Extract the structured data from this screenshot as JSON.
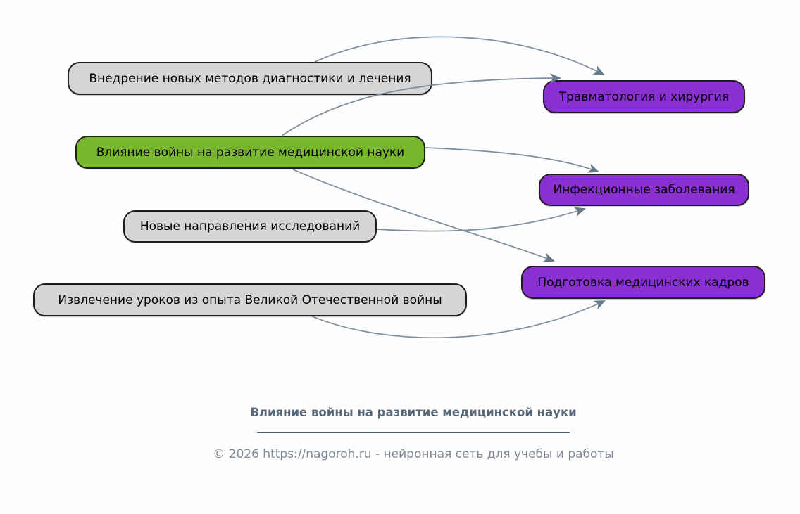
{
  "diagram": {
    "nodes": [
      {
        "id": "vnedrenie",
        "label": "Внедрение новых методов диагностики и лечения",
        "role": "source",
        "color": "#d5d5d5"
      },
      {
        "id": "vliyanie",
        "label": "Влияние войны на развитие медицинской науки",
        "role": "central",
        "color": "#78b72b"
      },
      {
        "id": "novye",
        "label": "Новые направления исследований",
        "role": "source",
        "color": "#d5d5d5"
      },
      {
        "id": "izvlechenie",
        "label": "Извлечение уроков из опыта Великой Отечественной войны",
        "role": "source",
        "color": "#d5d5d5"
      },
      {
        "id": "travma",
        "label": "Травматология и хирургия",
        "role": "target",
        "color": "#8a30d2"
      },
      {
        "id": "infek",
        "label": "Инфекционные заболевания",
        "role": "target",
        "color": "#8a30d2"
      },
      {
        "id": "podgotovka",
        "label": "Подготовка медицинских кадров",
        "role": "target",
        "color": "#8a30d2"
      }
    ],
    "edges": [
      {
        "from": "vnedrenie",
        "to": "travma"
      },
      {
        "from": "vliyanie",
        "to": "travma"
      },
      {
        "from": "vliyanie",
        "to": "infek"
      },
      {
        "from": "vliyanie",
        "to": "podgotovka"
      },
      {
        "from": "novye",
        "to": "infek"
      },
      {
        "from": "izvlechenie",
        "to": "podgotovka"
      }
    ],
    "edge_color": "#7e8c9b",
    "arrowhead_color": "#64788a"
  },
  "footer": {
    "title": "Влияние войны на развитие медицинской науки",
    "copyright": "© 2026 https://nagoroh.ru - нейронная сеть для учебы и работы"
  }
}
